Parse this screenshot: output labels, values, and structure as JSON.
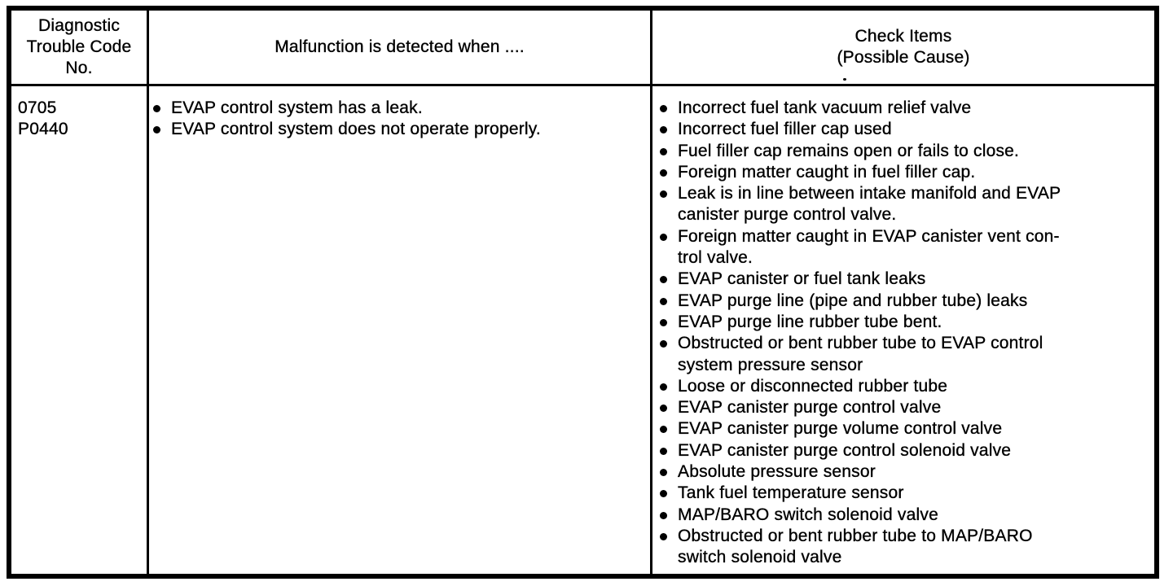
{
  "table": {
    "headers": {
      "code": "Diagnostic\nTrouble Code\nNo.",
      "malfunction": "Malfunction is detected when ....",
      "check_items": "Check Items\n(Possible Cause)"
    },
    "row": {
      "codes": [
        "0705",
        "P0440"
      ],
      "malfunctions": [
        "EVAP control system has a leak.",
        "EVAP control system does not operate properly."
      ],
      "check_items": [
        "Incorrect fuel tank vacuum relief valve",
        "Incorrect fuel filler cap used",
        "Fuel filler cap remains open or fails to close.",
        "Foreign matter caught in fuel filler cap.",
        "Leak is in line between intake manifold and EVAP\ncanister purge control valve.",
        "Foreign matter caught in EVAP canister vent con-\ntrol valve.",
        "EVAP canister or fuel tank leaks",
        "EVAP purge line (pipe and rubber tube) leaks",
        "EVAP purge line rubber tube bent.",
        "Obstructed or bent rubber tube to EVAP control\nsystem pressure sensor",
        "Loose or disconnected rubber tube",
        "EVAP canister purge control valve",
        "EVAP canister purge volume control valve",
        "EVAP canister purge control solenoid valve",
        "Absolute pressure sensor",
        "Tank fuel temperature sensor",
        "MAP/BARO switch solenoid valve",
        "Obstructed or bent rubber tube to MAP/BARO\nswitch solenoid valve"
      ]
    }
  },
  "colors": {
    "ink": "#000000",
    "paper": "#ffffff"
  }
}
